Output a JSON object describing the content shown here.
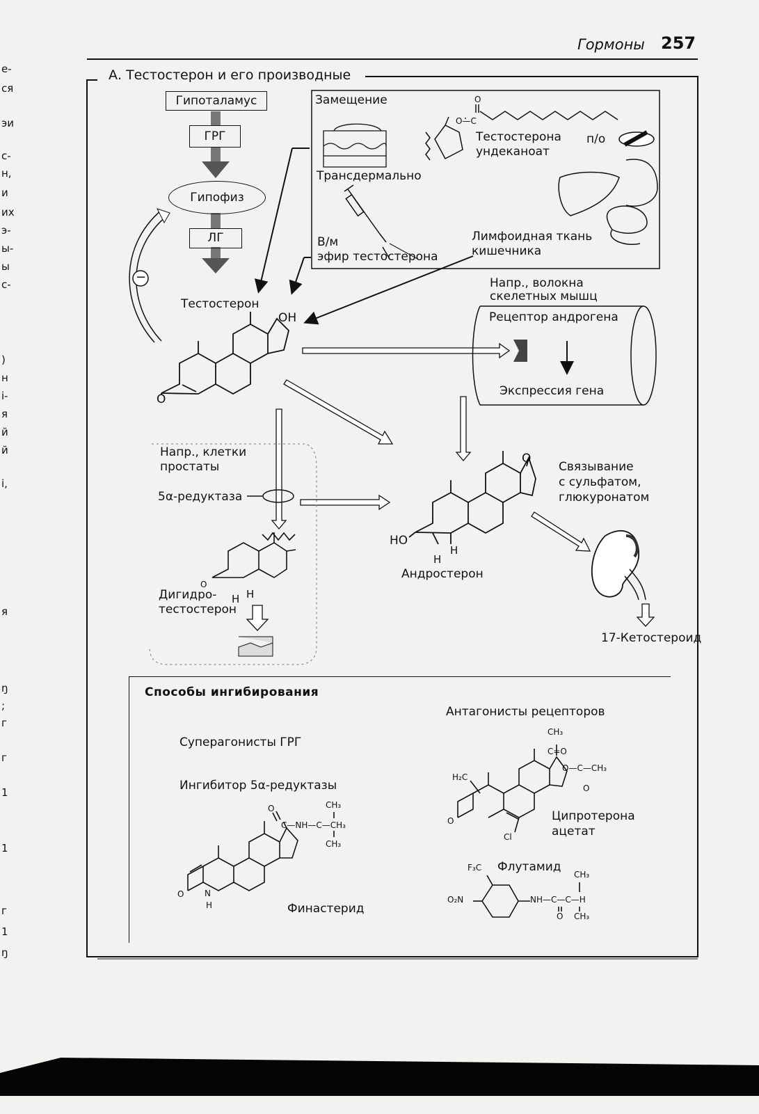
{
  "header": {
    "section": "Гормоны",
    "page": "257"
  },
  "figure": {
    "title": "А. Тестостерон и его производные",
    "hypothalamus": "Гипоталамус",
    "grg": "ГРГ",
    "pituitary": "Гипофиз",
    "lh": "ЛГ",
    "testosterone": "Тестостерон",
    "oh": "OH",
    "o_keto": "O",
    "replacement": {
      "title": "Замещение",
      "transdermal": "Трансдермально",
      "im_line1": "В/м",
      "im_line2": "эфир тестостерона",
      "undecanoate_line1": "Тестостерона",
      "undecanoate_line2": "ундеканоат",
      "oral": "п/о",
      "lymph_line1": "Лимфоидная ткань",
      "lymph_line2": "кишечника",
      "ester_o": "O",
      "ester_oc": "O—C"
    },
    "muscle_label_line1": "Напр., волокна",
    "muscle_label_line2": "скелетных мышц",
    "receptor": "Рецептор андрогена",
    "gene_expression": "Экспрессия гена",
    "prostate_line1": "Напр., клетки",
    "prostate_line2": "простаты",
    "reductase": "5α-редуктаза",
    "dht_line1": "Дигидро-",
    "dht_line2": "тестостерон",
    "dht_h1": "H",
    "dht_h2": "H",
    "dht_o": "O",
    "androsterone": "Андростерон",
    "andro_ho": "HO",
    "andro_h1": "H",
    "andro_h2": "H",
    "andro_o": "O",
    "conjugation_line1": "Связывание",
    "conjugation_line2": "с сульфатом,",
    "conjugation_line3": "глюкуронатом",
    "ketosteroid": "17-Кетостероид",
    "minus_sign": "−"
  },
  "inhibition": {
    "title": "Способы ингибирования",
    "grg_superagonists": "Суперагонисты ГРГ",
    "reductase_inhibitor": "Ингибитор 5α-редуктазы",
    "receptor_antagonists": "Антагонисты рецепторов",
    "finasteride": "Финастерид",
    "cyproterone_line1": "Ципротерона",
    "cyproterone_line2": "ацетат",
    "flutamide": "Флутамид",
    "fin_o": "O",
    "fin_c_nh": "C—NH—C—CH₃",
    "fin_ch3_top": "CH₃",
    "fin_ch3_bottom": "CH₃",
    "fin_n": "N",
    "fin_h": "H",
    "fin_o2": "O",
    "cyp_ch3": "CH₃",
    "cyp_co": "C=O",
    "cyp_ester": "O—C—CH₃",
    "cyp_o": "O",
    "cyp_h2c": "H₂C",
    "cyp_o2": "O",
    "cyp_cl": "Cl",
    "flu_f3c": "F₃C",
    "flu_o2n": "O₂N",
    "flu_nh": "NH—C—C—H",
    "flu_ch3_top": "CH₃",
    "flu_o": "O",
    "flu_ch3_bottom": "CH₃"
  },
  "margin_fragments": [
    "е-",
    "ся",
    "эи",
    "с-",
    "н,",
    "и",
    "их",
    "э-",
    "ы-",
    "ы",
    "с-",
    ")",
    "н",
    "і-",
    "я",
    "й",
    "й",
    "і,",
    "я",
    "ŋ",
    ";",
    "г",
    "г",
    "1",
    "1",
    "г",
    "1",
    "ŋ"
  ]
}
